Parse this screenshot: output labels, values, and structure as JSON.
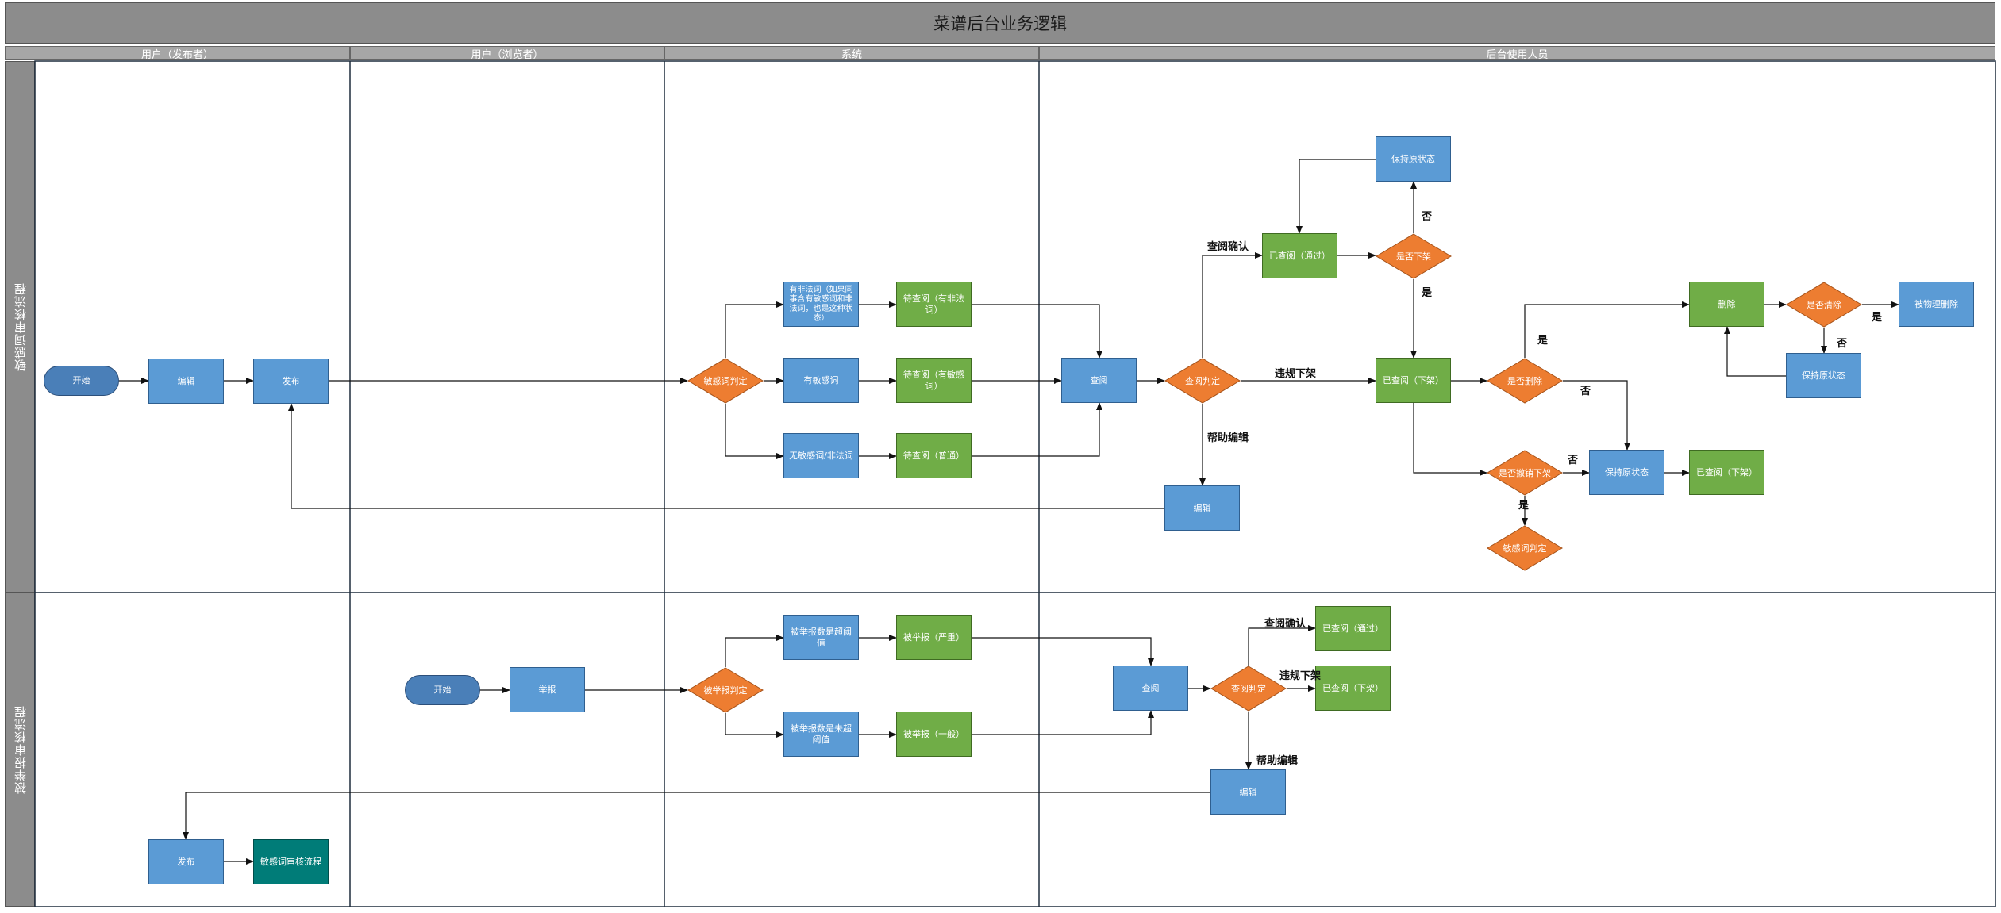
{
  "title": "菜谱后台业务逻辑",
  "lanes": [
    "用户（发布者）",
    "用户（浏览者）",
    "系统",
    "后台使用人员"
  ],
  "pools": [
    "敏感词审核流程",
    "被举报审核流程"
  ],
  "colors": {
    "process": "#5b9bd5",
    "state": "#70ad47",
    "decision": "#ed7d31",
    "terminal": "#4a7fb8",
    "link": "#007c78"
  },
  "nodes": {
    "s_start": "开始",
    "s_edit": "编辑",
    "s_publish": "发布",
    "s_judge": "敏感词判定",
    "s_illegal": "有非法词（如果同事含有敏感词和非法词，也是这种状态）",
    "s_sensitive": "有敏感词",
    "s_clean": "无敏感词/非法词",
    "s_pend_illegal": "待查阅（有非法词）",
    "s_pend_sensitive": "待查阅（有敏感词）",
    "s_pend_normal": "待查阅（普通）",
    "s_review": "查阅",
    "s_review_judge": "查阅判定",
    "s_edit2": "编辑",
    "s_passed": "已查阅（通过）",
    "s_q_offline": "是否下架",
    "s_keep1": "保持原状态",
    "s_offline": "已查阅（下架）",
    "s_q_delete": "是否删除",
    "s_delete": "删除",
    "s_q_purge": "是否清除",
    "s_physical": "被物理删除",
    "s_keep2": "保持原状态",
    "s_q_revoke": "是否撤销下架",
    "s_keep3": "保持原状态",
    "s_offline2": "已查阅（下架）",
    "s_judge2": "敏感词判定",
    "r_start": "开始",
    "r_report": "举报",
    "r_judge": "被举报判定",
    "r_over": "被举报数是超阈值",
    "r_under": "被举报数是未超阈值",
    "r_pend_severe": "被举报（严重）",
    "r_pend_normal": "被举报（一般）",
    "r_review": "查阅",
    "r_review_judge": "查阅判定",
    "r_passed": "已查阅（通过）",
    "r_offline": "已查阅（下架）",
    "r_edit": "编辑",
    "r_publish": "发布",
    "r_link": "敏感词审核流程"
  },
  "edge_labels": {
    "confirm": "查阅确认",
    "violation": "违规下架",
    "help_edit": "帮助编辑",
    "no_keep": "否",
    "yes_offline": "是",
    "yes_delete": "是",
    "no_delete": "否",
    "yes_purge": "是",
    "no_purge": "否",
    "no_revoke": "否",
    "yes_revoke": "是",
    "r_confirm": "查阅确认",
    "r_violation": "违规下架",
    "r_help_edit": "帮助编辑"
  }
}
